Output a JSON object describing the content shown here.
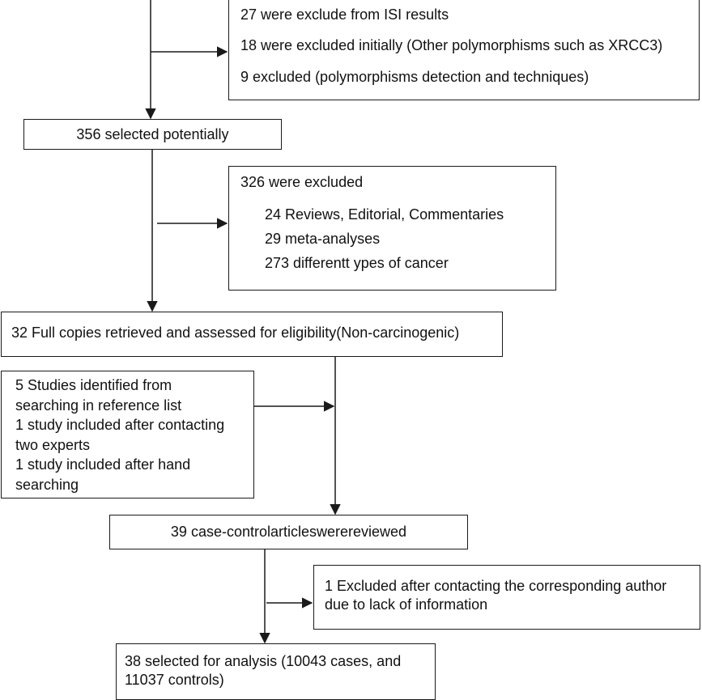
{
  "diagram": {
    "exclusion_top": [
      "27 were exclude from ISI results",
      "18 were excluded initially (Other polymorphisms such as XRCC3)",
      "9 excluded (polymorphisms detection and techniques)"
    ],
    "selected_potentially": "356 selected potentially",
    "exclusion_mid_title": "326 were excluded",
    "exclusion_mid_items": [
      "24 Reviews, Editorial, Commentaries",
      "29 meta-analyses",
      "273 differentt ypes of cancer"
    ],
    "full_copies": "32 Full copies retrieved and assessed for eligibility(Non-carcinogenic)",
    "additional_studies": [
      "5 Studies identified from",
      "searching in reference list",
      "1 study included after contacting",
      "two experts",
      "1 study included after hand",
      "searching"
    ],
    "reviewed": "39 case-controlarticleswerereviewed",
    "excluded_author": [
      "1 Excluded after contacting the corresponding author",
      "due to lack of information"
    ],
    "final": [
      "38 selected for analysis (10043 cases, and",
      "11037 controls)"
    ]
  }
}
